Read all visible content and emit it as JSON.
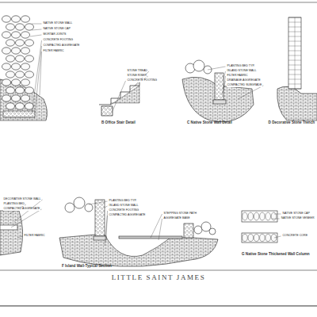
{
  "diagram": {
    "title": "LITTLE SAINT JAMES",
    "labels": [
      "B Office Stair Detail",
      "C Native Stone Wall Detail",
      "D Decorative Stone Trench",
      "F Island Wall-Typical Section",
      "G Native Stone Thickened Wall Column",
      "NATIVE STONE WALL",
      "NATIVE STONE CAP",
      "MORTAR JOINTS",
      "CONCRETE FOOTING",
      "COMPACTED AGGREGATE",
      "FILTER FABRIC",
      "STONE TREAD",
      "STONE RISER",
      "CONCRETE FOOTING",
      "PLANTING BED TYP.",
      "ISLAND STONE WALL",
      "FILTER FABRIC",
      "DRAINAGE AGGREGATE",
      "COMPACTED SUBGRADE",
      "DECORATIVE STONE WALL",
      "PLANTING BED",
      "COMPACTED AGGREGATE",
      "FILTER FABRIC",
      "PLANTING BED TYP.",
      "ISLAND STONE WALL",
      "CONCRETE FOOTING",
      "COMPACTED AGGREGATE",
      "STEPPING STONE PATH",
      "AGGREGATE BASE",
      "NATIVE STONE CAP",
      "NATIVE STONE VENEER",
      "CONCRETE CORE"
    ]
  }
}
